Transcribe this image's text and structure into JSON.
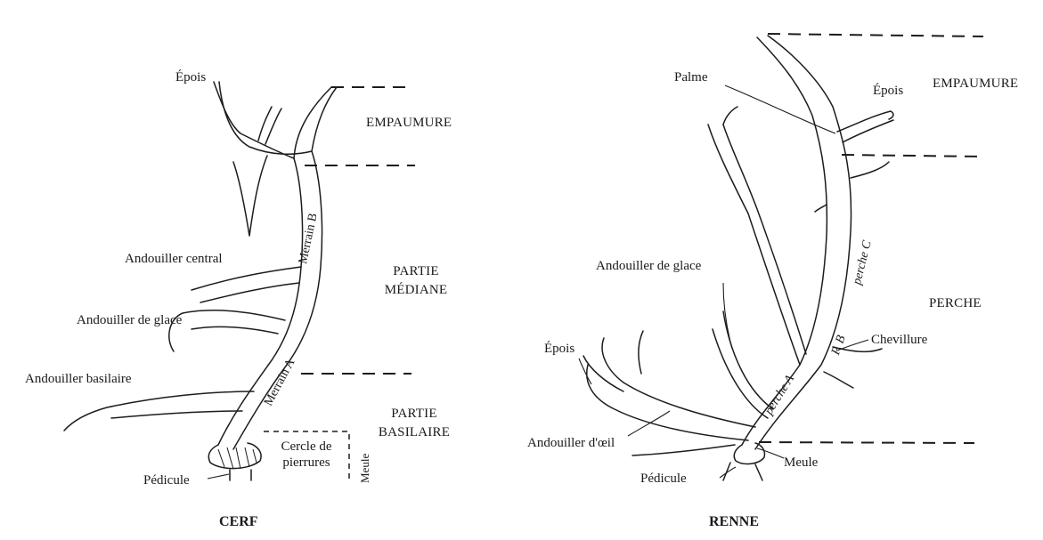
{
  "cerf": {
    "title": "CERF",
    "zones": {
      "empaumure": "EMPAUMURE",
      "mediane_line1": "PARTIE",
      "mediane_line2": "MÉDIANE",
      "basilaire_line1": "PARTIE",
      "basilaire_line2": "BASILAIRE"
    },
    "labels": {
      "epois": "Épois",
      "andouiller_central": "Andouiller central",
      "andouiller_glace": "Andouiller de glace",
      "andouiller_basilaire": "Andouiller basilaire",
      "merrain_a": "Merrain A",
      "merrain_b": "Merrain B",
      "cercle_line1": "Cercle de",
      "cercle_line2": "pierrures",
      "meule": "Meule",
      "pedicule": "Pédicule"
    }
  },
  "renne": {
    "title": "RENNE",
    "zones": {
      "empaumure": "EMPAUMURE",
      "perche": "PERCHE"
    },
    "labels": {
      "palme": "Palme",
      "epois_top": "Épois",
      "andouiller_glace": "Andouiller de glace",
      "epois_left": "Épois",
      "chevillure": "Chevillure",
      "andouiller_oeil": "Andouiller d'œil",
      "meule": "Meule",
      "pedicule": "Pédicule",
      "perche_a": "perche A",
      "perche_b": "P. B",
      "perche_c": "perche C"
    }
  }
}
